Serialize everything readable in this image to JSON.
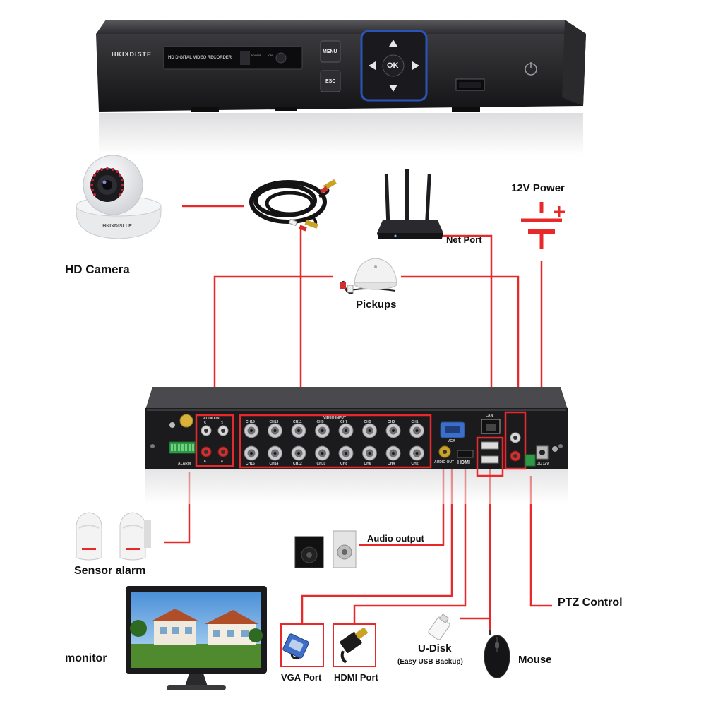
{
  "dvr_front": {
    "brand": "HKIXDISTE",
    "display_text": "HD DIGITAL VIDEO RECORDER",
    "indicator_power": "POWER",
    "indicator_on": "ON",
    "menu_label": "MENU",
    "esc_label": "ESC",
    "ok_label": "OK"
  },
  "dvr_back": {
    "audio_in_label": "AUDIO IN",
    "audio_in_numbers": [
      "5",
      "3",
      "6",
      "4"
    ],
    "video_input_label": "VIDEO INPUT",
    "channels_top": [
      "CH15",
      "CH13",
      "CH11",
      "CH9",
      "CH7",
      "CH5",
      "CH3",
      "CH1"
    ],
    "channels_bottom": [
      "CH16",
      "CH14",
      "CH12",
      "CH10",
      "CH8",
      "CH6",
      "CH4",
      "CH2"
    ],
    "alarm_label": "ALARM",
    "vga_label": "VGA",
    "audio_out_label": "AUDIO OUT",
    "hdmi_label": "HDMI",
    "lan_label": "LAN",
    "dc_label": "DC 12V"
  },
  "camera_brand": "HKIXDISLLE",
  "labels": {
    "hd_camera": "HD Camera",
    "net_port": "Net Port",
    "power": "12V Power",
    "pickups": "Pickups",
    "sensor_alarm": "Sensor alarm",
    "audio_output": "Audio output",
    "ptz_control": "PTZ Control",
    "monitor": "monitor",
    "vga_port": "VGA Port",
    "hdmi_port": "HDMI Port",
    "u_disk": "U-Disk",
    "u_disk_note": "(Easy USB Backup)",
    "mouse": "Mouse"
  },
  "colors": {
    "wire": "#e8292b",
    "wire_gray": "#555555",
    "device_body": "#1f1f21",
    "panel": "#2a2a2c"
  }
}
